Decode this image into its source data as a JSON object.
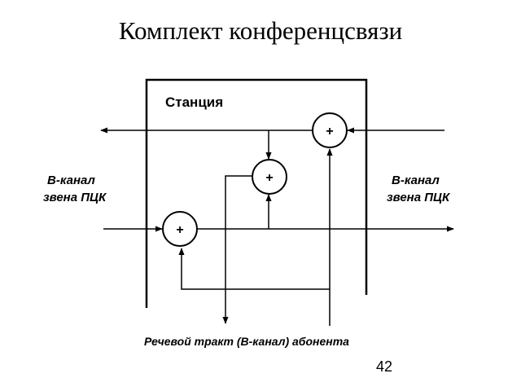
{
  "slide": {
    "title": "Комплект конференцсвязи",
    "page_number": "42"
  },
  "diagram": {
    "station_label": "Станция",
    "left_label_line1": "В-канал",
    "left_label_line2": "звена ПЦК",
    "right_label_line1": "В-канал",
    "right_label_line2": "звена ПЦК",
    "bottom_label": "Речевой тракт (В-канал) абонента",
    "adder_symbol": "+"
  }
}
